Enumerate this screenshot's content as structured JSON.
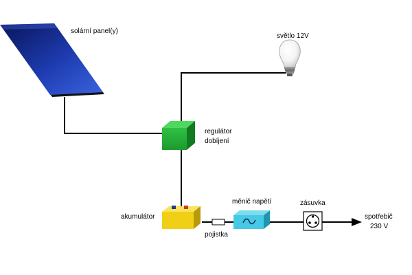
{
  "labels": {
    "solar_panel": "solární panel(y)",
    "light": "světlo 12V",
    "regulator_line1": "regulátor",
    "regulator_line2": "dobíjení",
    "battery": "akumulátor",
    "fuse": "pojistka",
    "inverter": "měnič napětí",
    "socket": "zásuvka",
    "consumer_line1": "spotřebič",
    "consumer_line2": "230 V"
  },
  "colors": {
    "panel_dark": "#0a1a66",
    "panel_light": "#2f56d6",
    "regulator": "#27b23a",
    "battery": "#f2d21a",
    "inverter": "#45c9e4",
    "wire": "#000000"
  },
  "icons": {
    "inverter_symbol": "sine-wave-icon",
    "socket_symbol": "power-socket-icon",
    "bulb": "light-bulb-icon"
  }
}
